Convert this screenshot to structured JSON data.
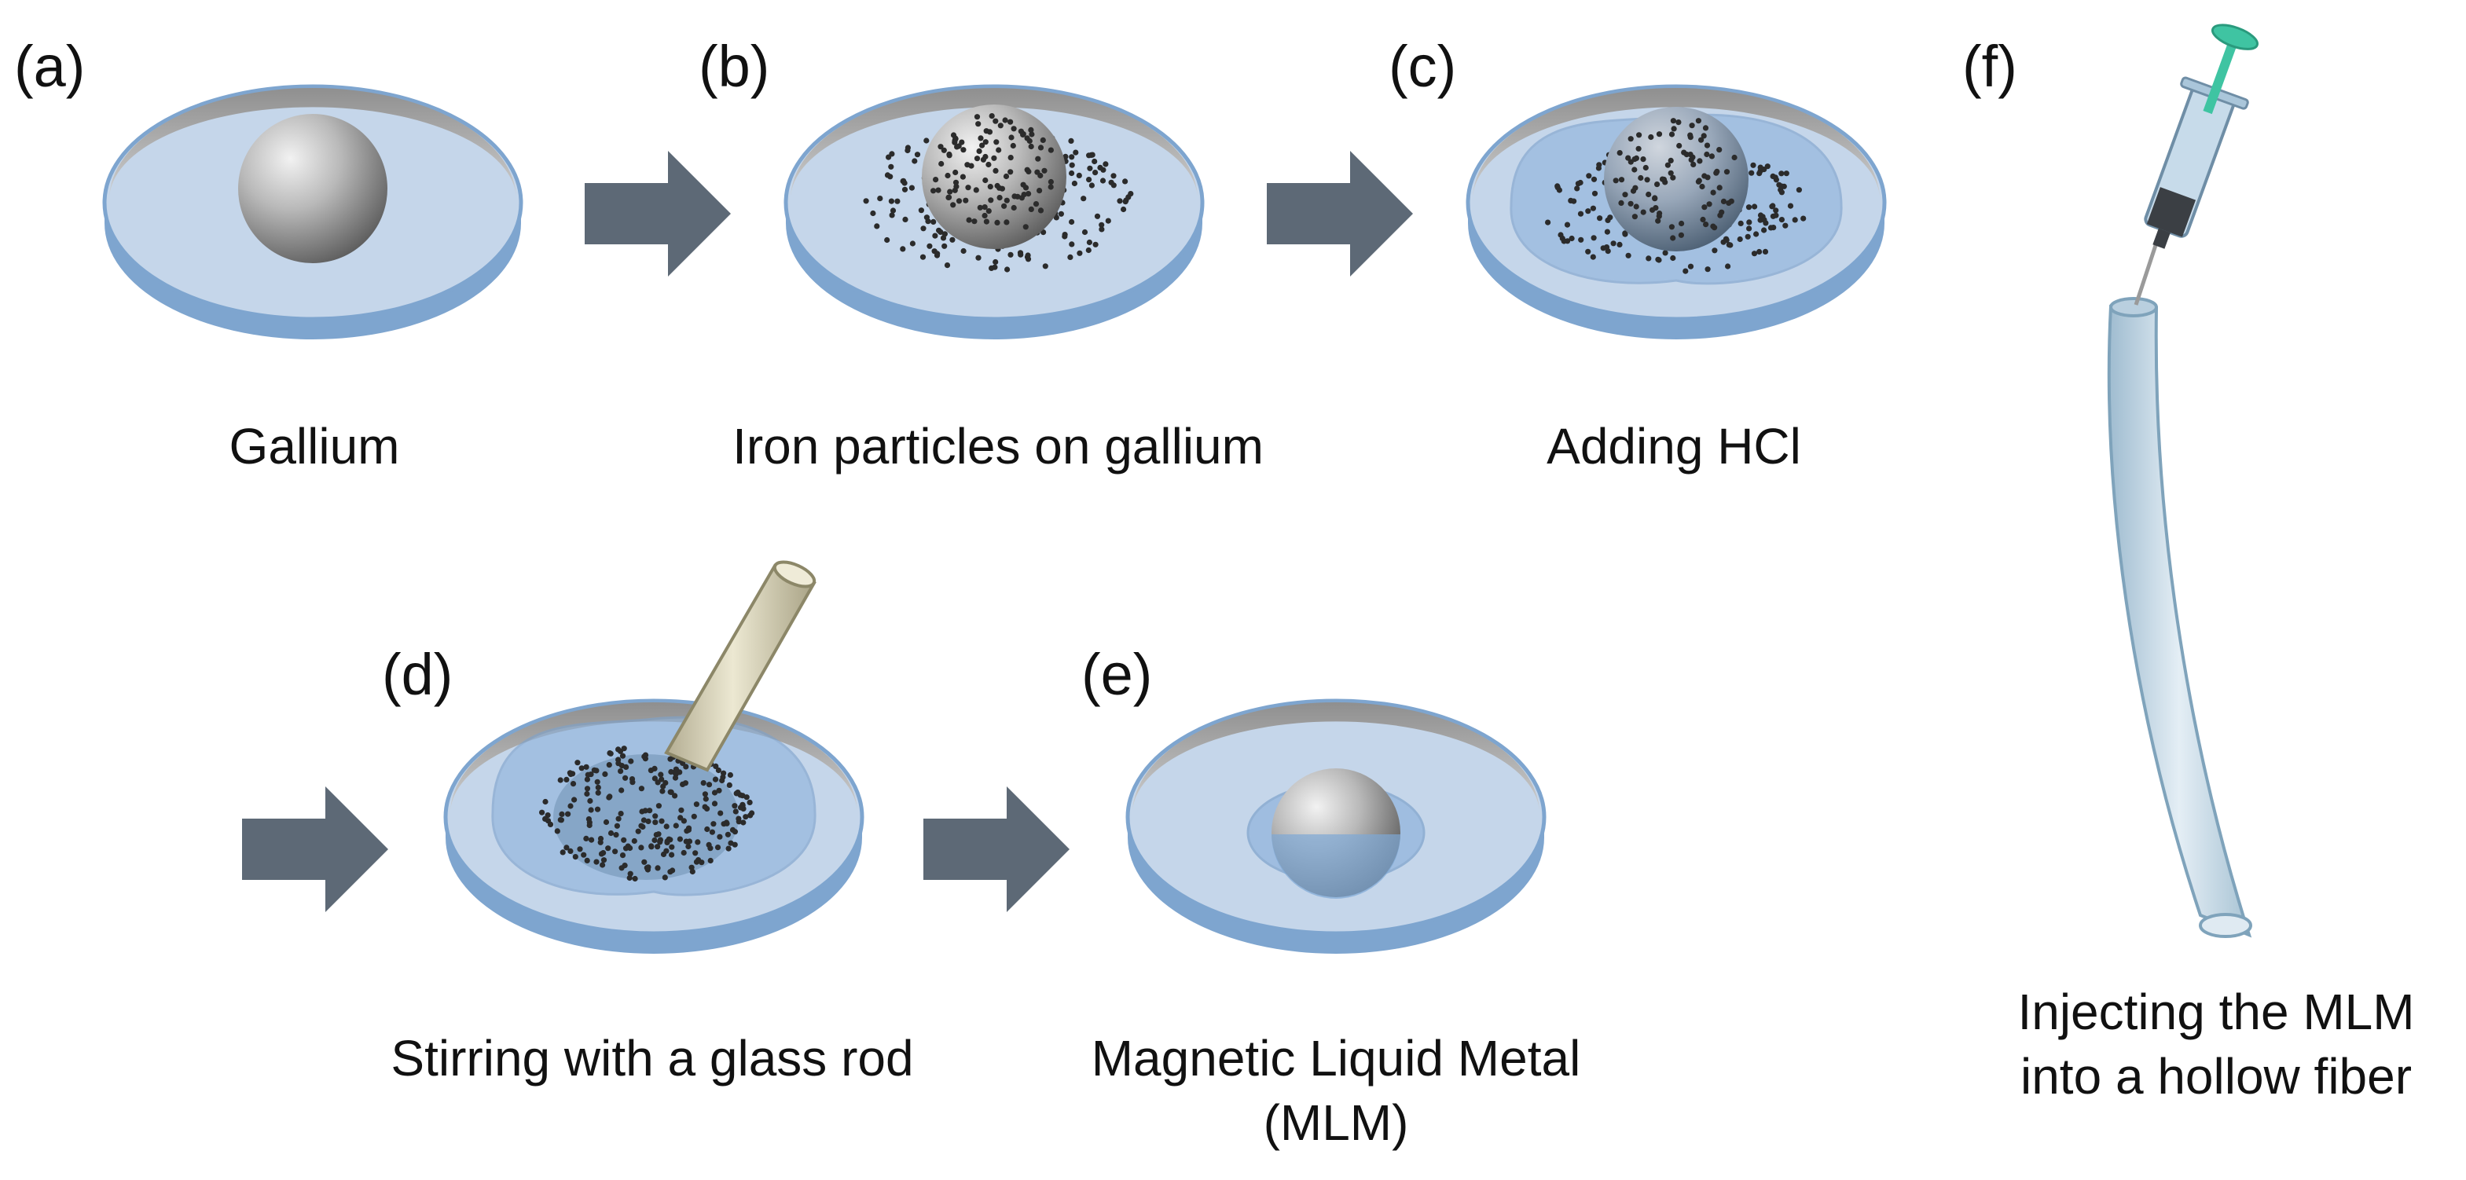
{
  "panels": {
    "a": {
      "letter": "(a)",
      "caption": "Gallium"
    },
    "b": {
      "letter": "(b)",
      "caption": "Iron particles on gallium"
    },
    "c": {
      "letter": "(c)",
      "caption": "Adding HCl"
    },
    "d": {
      "letter": "(d)",
      "caption": "Stirring with a glass rod"
    },
    "e": {
      "letter": "(e)",
      "caption_line1": "Magnetic Liquid Metal",
      "caption_line2": "(MLM)"
    },
    "f": {
      "letter": "(f)",
      "caption_line1": "Injecting the MLM",
      "caption_line2": "into a hollow fiber"
    }
  },
  "colors": {
    "dish_fill": "#c5d6ea",
    "dish_rim": "#7ea5cf",
    "dish_wall": "#a3a3a3",
    "liquid": "#8fb3dc",
    "arrow": "#5d6976",
    "particle": "#2b2b2b",
    "rod": "#d8d3b8",
    "fiber": "#c9dce8",
    "syringe_tip": "#3fc4a2"
  },
  "icons": {
    "flow_arrow": "right-arrow-icon",
    "petri_dish": "petri-dish-icon",
    "gallium_droplet": "sphere-icon",
    "syringe": "syringe-icon"
  }
}
